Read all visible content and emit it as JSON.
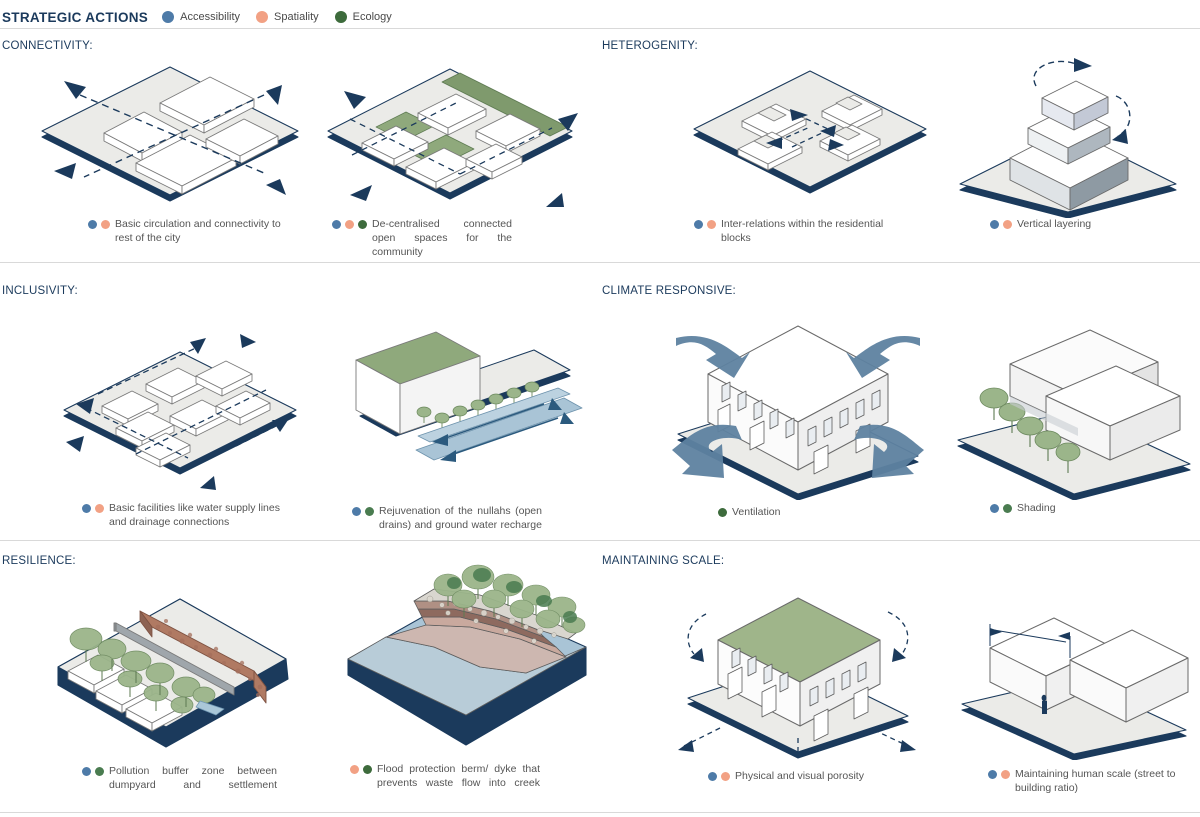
{
  "header": {
    "title": "STRATEGIC ACTIONS",
    "legend": [
      {
        "label": "Accessibility",
        "color": "#4e7ba8"
      },
      {
        "label": "Spatiality",
        "color": "#f2a184"
      },
      {
        "label": "Ecology",
        "color": "#3d6b3c"
      }
    ]
  },
  "colors": {
    "accessibility": "#4e7ba8",
    "spatiality": "#f2a184",
    "ecology": "#3d6b3c",
    "ecology_mid": "#4a7c50",
    "navy": "#1b3a5c",
    "slab_top": "#ebebe8",
    "arrow_blue": "#5e82a0",
    "heading": "#1b3a5c"
  },
  "sections": [
    {
      "name": "connectivity",
      "label": "CONNECTIVITY:"
    },
    {
      "name": "heterogenity",
      "label": "HETEROGENITY:"
    },
    {
      "name": "inclusivity",
      "label": "INCLUSIVITY:"
    },
    {
      "name": "climate-responsive",
      "label": "CLIMATE RESPONSIVE:"
    },
    {
      "name": "resilience",
      "label": "RESILIENCE:"
    },
    {
      "name": "maintaining-scale",
      "label": "MAINTAINING SCALE:"
    }
  ],
  "cells": [
    {
      "id": "basic-circulation",
      "caption": "Basic circulation and connectivity to rest of the city",
      "tags": [
        "accessibility",
        "spatiality"
      ],
      "justify": false
    },
    {
      "id": "de-centralised-open-spaces",
      "caption": "De-centralised connected open spaces for the community",
      "tags": [
        "accessibility",
        "spatiality",
        "ecology"
      ],
      "justify": true
    },
    {
      "id": "inter-relations-residential-blocks",
      "caption": "Inter-relations within the residential blocks",
      "tags": [
        "accessibility",
        "spatiality"
      ],
      "justify": false
    },
    {
      "id": "vertical-layering",
      "caption": "Vertical layering",
      "tags": [
        "accessibility",
        "spatiality"
      ],
      "justify": false
    },
    {
      "id": "basic-facilities",
      "caption": "Basic facilities like water supply lines and drainage connections",
      "tags": [
        "accessibility",
        "spatiality"
      ],
      "justify": false
    },
    {
      "id": "rejuvenation-nullahs",
      "caption": "Rejuvenation of the nullahs (open drains) and ground water recharge",
      "tags": [
        "accessibility",
        "ecology_mid"
      ],
      "justify": true
    },
    {
      "id": "ventilation",
      "caption": "Ventilation",
      "tags": [
        "ecology"
      ],
      "justify": false
    },
    {
      "id": "shading",
      "caption": "Shading",
      "tags": [
        "accessibility",
        "ecology_mid"
      ],
      "justify": false
    },
    {
      "id": "pollution-buffer-zone",
      "caption": "Pollution buffer zone between dumpyard and settlement",
      "tags": [
        "accessibility",
        "ecology_mid"
      ],
      "justify": true
    },
    {
      "id": "flood-protection-berm",
      "caption": "Flood protection berm/ dyke that prevents waste flow into creek",
      "tags": [
        "spatiality",
        "ecology"
      ],
      "justify": true
    },
    {
      "id": "physical-visual-porosity",
      "caption": "Physical and visual porosity",
      "tags": [
        "accessibility",
        "spatiality"
      ],
      "justify": false
    },
    {
      "id": "maintaining-human-scale",
      "caption": "Maintaining human scale (street to building ratio)",
      "tags": [
        "accessibility",
        "spatiality"
      ],
      "justify": false
    }
  ]
}
